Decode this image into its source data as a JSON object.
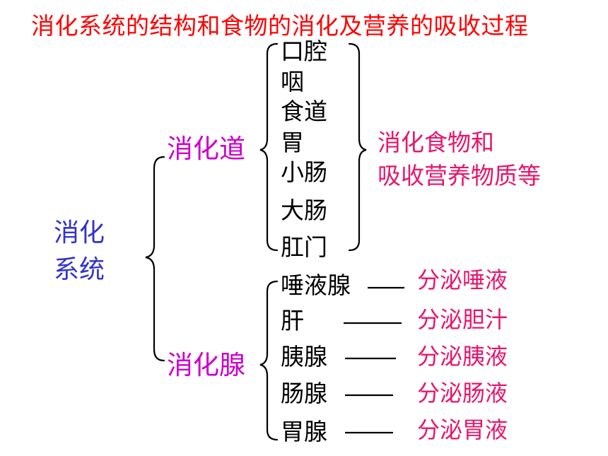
{
  "title": "消化系统的结构和食物的消化及营养的吸收过程",
  "root": [
    "消化",
    "系统"
  ],
  "tract": {
    "label": "消化道",
    "organs": [
      "口腔",
      "咽",
      "食道",
      "胃",
      "小肠",
      "大肠",
      "肛门"
    ],
    "function": [
      "消化食物和",
      "吸收营养物质等"
    ]
  },
  "glands": {
    "label": "消化腺",
    "items": [
      {
        "name": "唾液腺",
        "secretion": "分泌唾液"
      },
      {
        "name": "肝",
        "secretion": "分泌胆汁"
      },
      {
        "name": "胰腺",
        "secretion": "分泌胰液"
      },
      {
        "name": "肠腺",
        "secretion": "分泌肠液"
      },
      {
        "name": "胃腺",
        "secretion": "分泌胃液"
      }
    ]
  },
  "colors": {
    "title": "#ff0000",
    "root": "#3333cc",
    "category": "#cc00cc",
    "item": "#000000",
    "secretion": "#e8156b"
  }
}
